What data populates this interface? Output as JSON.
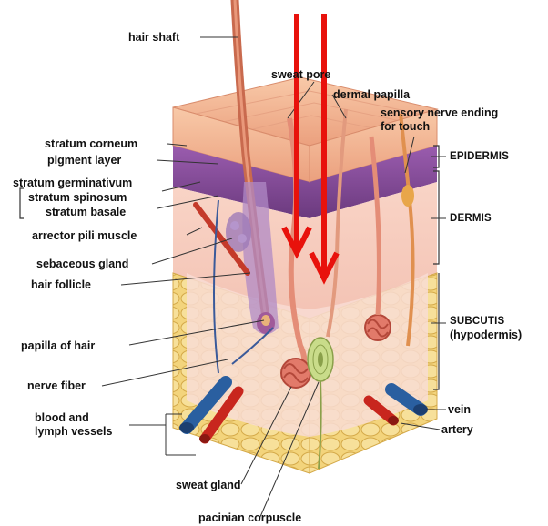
{
  "labels": {
    "hair_shaft": "hair shaft",
    "sweat_pore": "sweat pore",
    "dermal_papilla": "dermal papilla",
    "sensory_nerve_ending_1": "sensory nerve ending",
    "sensory_nerve_ending_2": "for touch",
    "stratum_corneum": "stratum corneum",
    "pigment_layer": "pigment layer",
    "stratum_germinativum": "stratum germinativum",
    "stratum_spinosum": "stratum spinosum",
    "stratum_basale": "stratum basale",
    "arrector_pili_muscle": "arrector pili muscle",
    "sebaceous_gland": "sebaceous gland",
    "hair_follicle": "hair follicle",
    "papilla_of_hair": "papilla of hair",
    "nerve_fiber": "nerve fiber",
    "blood_lymph_1": "blood and",
    "blood_lymph_2": "lymph vessels",
    "sweat_gland": "sweat gland",
    "pacinian_corpuscle": "pacinian corpuscle",
    "epidermis": "EPIDERMIS",
    "dermis": "DERMIS",
    "subcutis": "SUBCUTIS",
    "hypodermis": "(hypodermis)",
    "vein": "vein",
    "artery": "artery"
  },
  "colors": {
    "arrow": "#e8120c",
    "epidermis": "#f3b89a",
    "pigment": "#8a4c9c",
    "dermis": "#f6c6b8",
    "fat": "#f2d27a",
    "vein": "#2a5fa0",
    "artery": "#c8261e",
    "hair": "#c96a4e"
  },
  "icons": {
    "arrows": "down-arrow-icon"
  }
}
